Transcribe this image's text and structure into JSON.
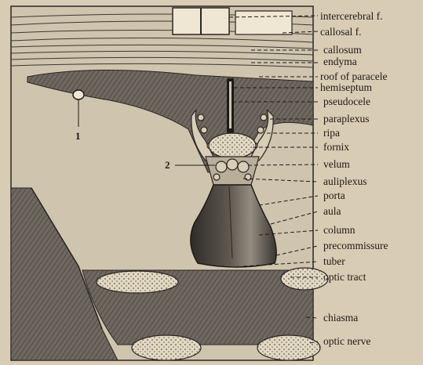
{
  "figure": {
    "labels": [
      "intercerebral f.",
      "callosal f.",
      "callosum",
      "endyma",
      "roof of paracele",
      "hemiseptum",
      "pseudocele",
      "paraplexus",
      "ripa",
      "fornix",
      "velum",
      "auliplexus",
      "porta",
      "aula",
      "column",
      "precommissure",
      "tuber",
      "optic tract",
      "chiasma",
      "optic nerve"
    ],
    "numbers": [
      "1",
      "2"
    ],
    "colors": {
      "paper": "#d9ccb4",
      "ink": "#1d1a16",
      "tissue": "#6a655e",
      "light": "#cfc4ae"
    }
  }
}
